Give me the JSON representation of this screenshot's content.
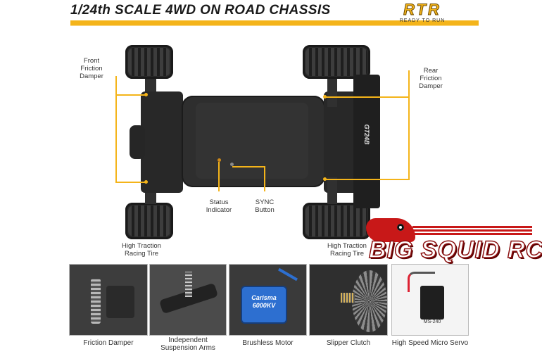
{
  "header": {
    "title": "1/24th SCALE 4WD ON ROAD CHASSIS",
    "logo_text": "RTR",
    "logo_subtext": "READY TO RUN",
    "accent_color": "#f4b41a"
  },
  "callouts": {
    "front_damper": "Front\nFriction\nDamper",
    "rear_damper": "Rear\nFriction\nDamper",
    "status_indicator": "Status\nIndicator",
    "sync_button": "SYNC\nButton",
    "tire_left": "High Traction\nRacing Tire",
    "tire_right": "High Traction\nRacing Tire"
  },
  "features": [
    {
      "label": "Friction Damper"
    },
    {
      "label": "Independent\nSuspension Arms"
    },
    {
      "label": "Brushless Motor",
      "motor_brand": "Carisma",
      "motor_kv": "6000KV"
    },
    {
      "label": "Slipper Clutch"
    },
    {
      "label": "High Speed Micro Servo",
      "servo_text": "MS-240"
    }
  ],
  "chassis_text": "GT24B",
  "watermark": {
    "text": "BIG SQUID RC",
    "color": "#c81818"
  }
}
